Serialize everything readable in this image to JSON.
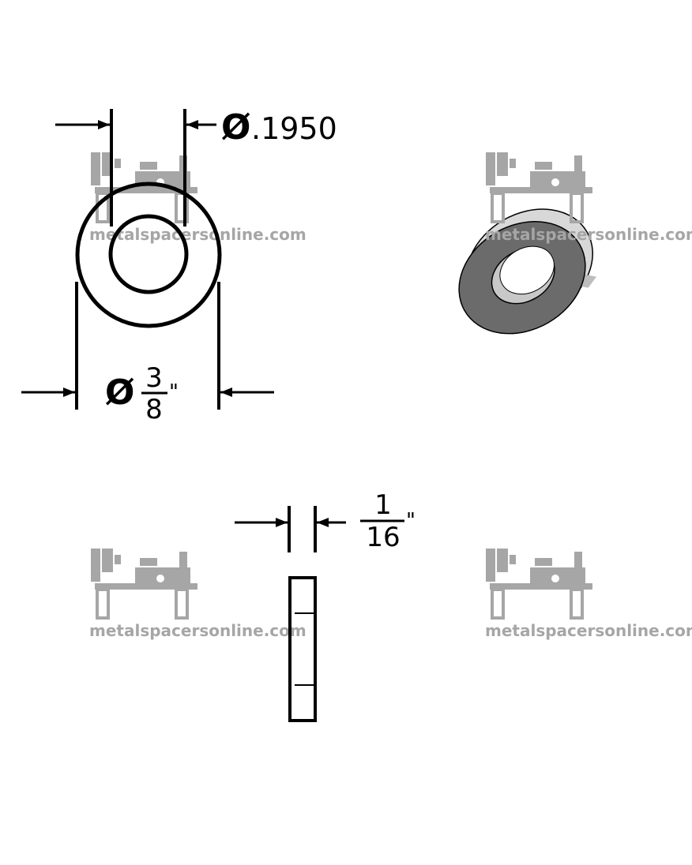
{
  "watermark": {
    "text": "metalspacersonline.com",
    "color": "#a6a6a6",
    "icon": "lathe-machine-logo"
  },
  "front_view": {
    "inner_diameter": {
      "symbol": "Ø",
      "value": ".1950"
    },
    "outer_diameter": {
      "symbol": "Ø",
      "numerator": "3",
      "denominator": "8",
      "unit": "\""
    }
  },
  "side_view": {
    "thickness": {
      "numerator": "1",
      "denominator": "16",
      "unit": "\""
    }
  },
  "iso_view": {
    "face_color": "#6b6b6b"
  }
}
